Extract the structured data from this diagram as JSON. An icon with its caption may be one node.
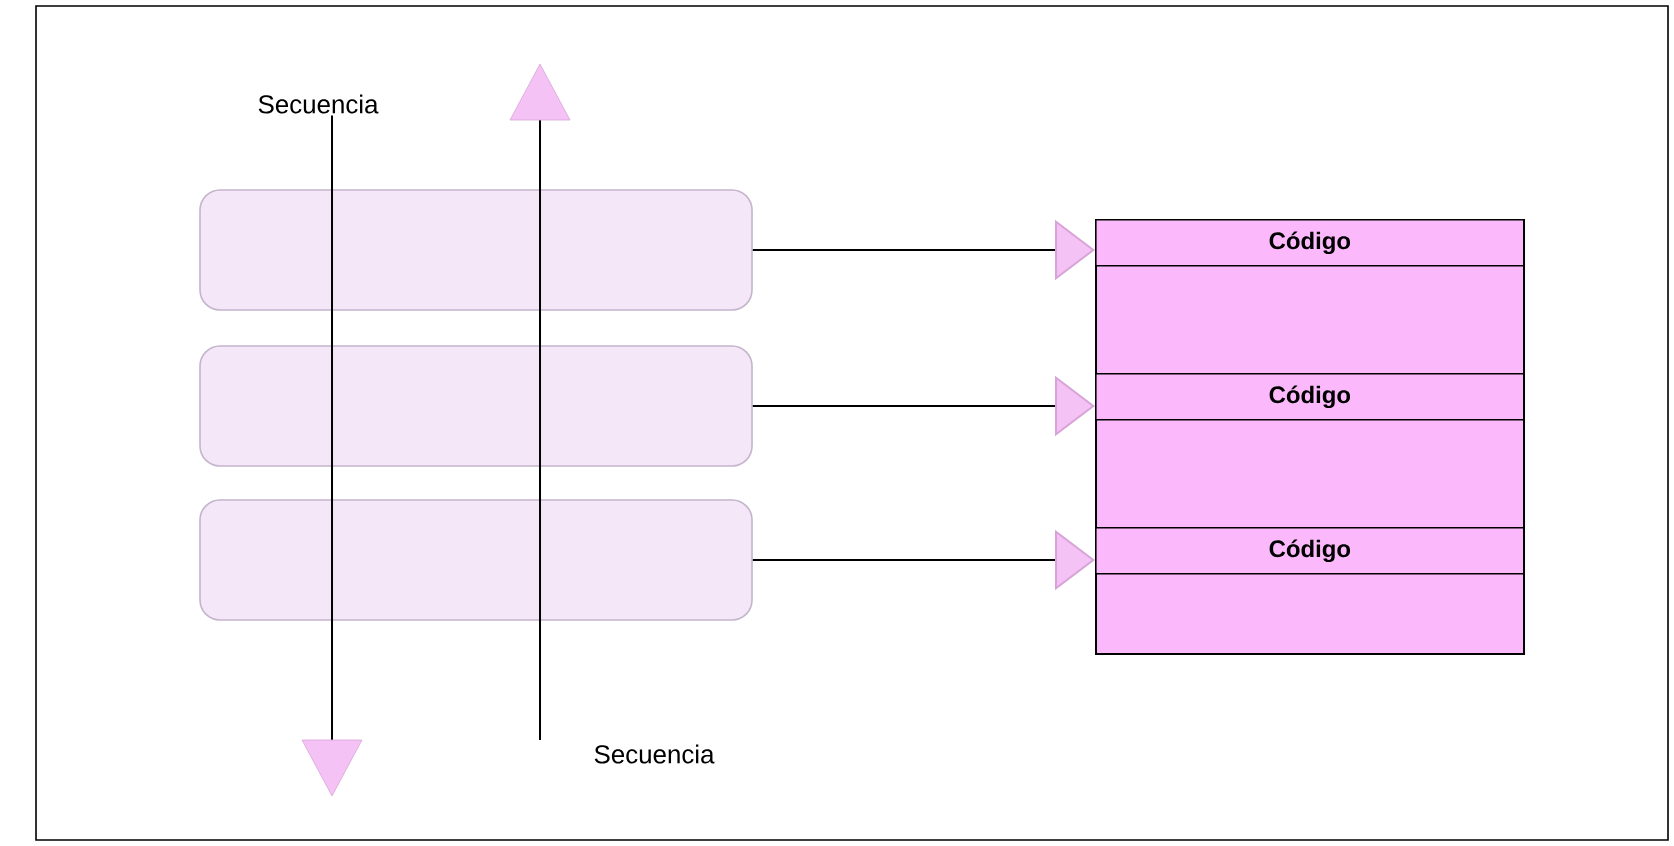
{
  "diagram": {
    "nodes": [
      {
        "text": [],
        "shape": "box"
      },
      {
        "text": [],
        "shape": "box"
      },
      {
        "text": [],
        "shape": "box"
      },
      {
        "text": [],
        "shape": "box"
      },
      {
        "text": [
          "Código"
        ],
        "in": 3
      },
      {
        "text": [
          "Código"
        ],
        "in": 3
      },
      {
        "text": [
          "Código"
        ],
        "in": 3
      }
    ],
    "edges": [
      {
        "from": 0,
        "to": 4,
        "arrow": "to"
      },
      {
        "from": 1,
        "to": 5,
        "arrow": "to"
      },
      {
        "from": 2,
        "to": 6,
        "arrow": "to"
      }
    ],
    "labels": [
      "Secuencia",
      "Secuencia"
    ]
  }
}
